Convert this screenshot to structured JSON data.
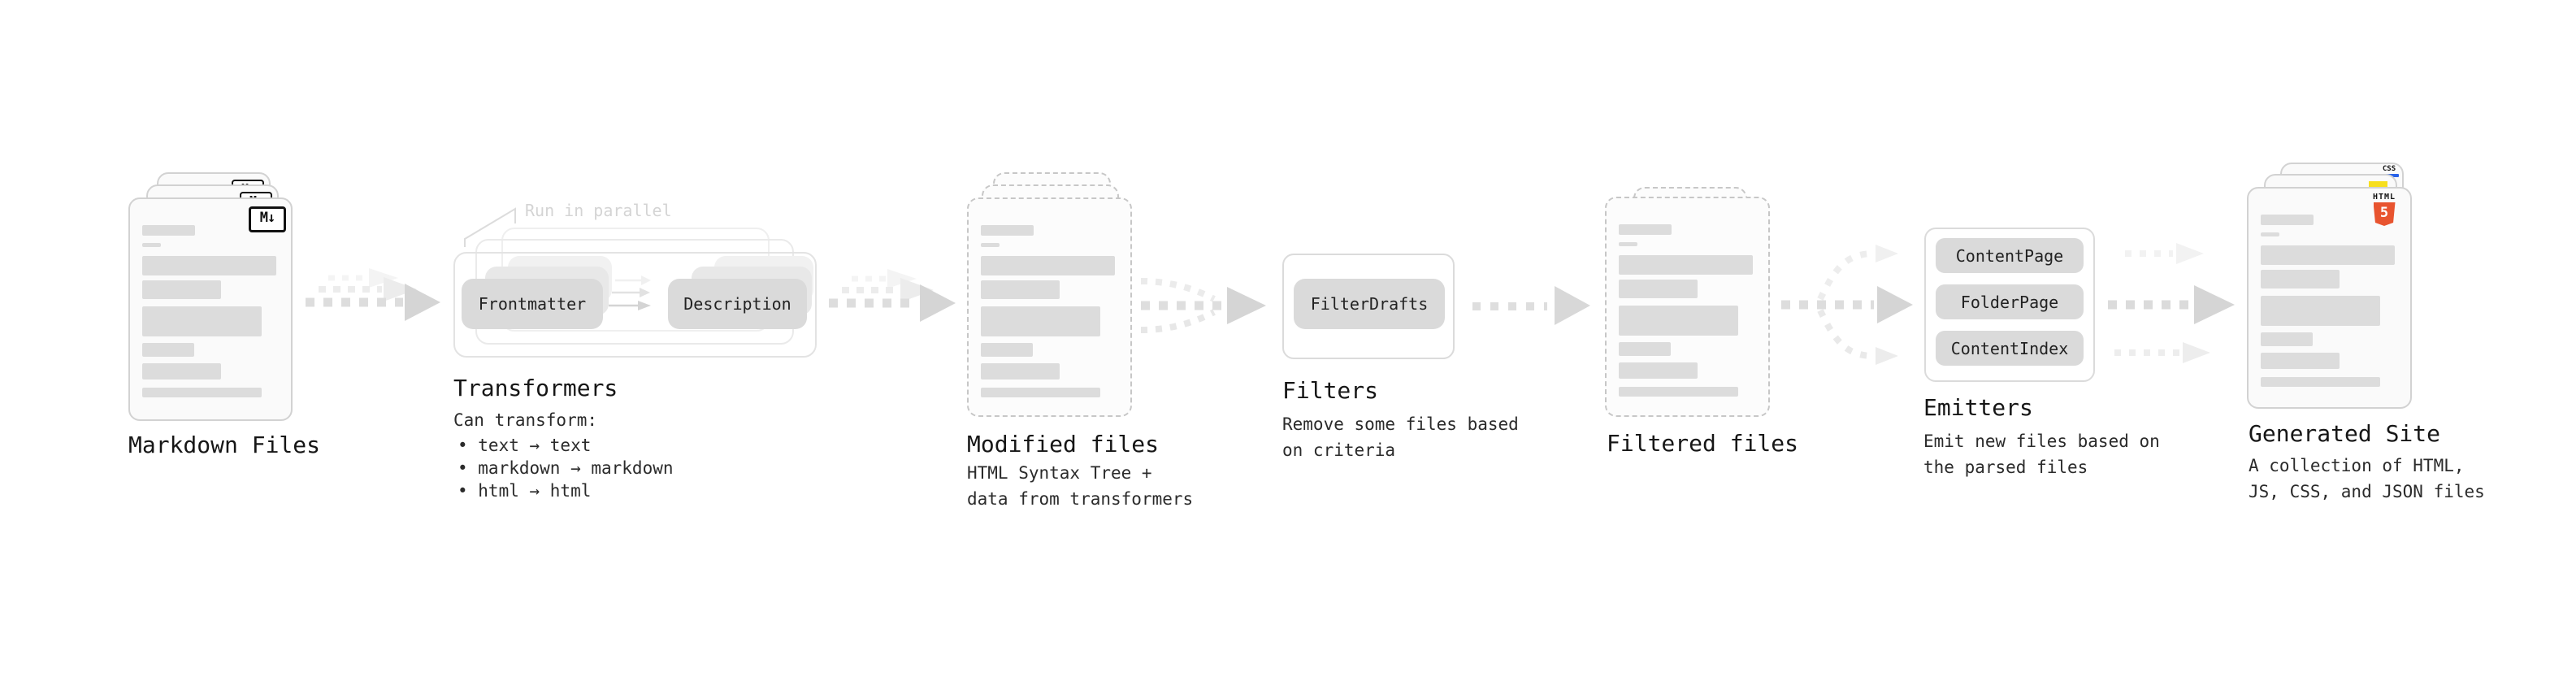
{
  "colors": {
    "html5_orange": "#e8542f",
    "js_yellow": "#f7df1e",
    "css_blue": "#2862e9",
    "pill_gray": "#dadada",
    "bar_gray": "#dcdcdc",
    "arrow_gray": "#d9d9d9"
  },
  "stages": {
    "markdown_files": {
      "label": "Markdown Files",
      "badge": "M↓"
    },
    "transformers": {
      "label": "Transformers",
      "note": "Run in parallel",
      "pill_from": "Frontmatter",
      "pill_to": "Description",
      "desc_title": "Can transform:",
      "bullets": [
        "• text → text",
        "• markdown → markdown",
        "• html → html"
      ]
    },
    "modified_files": {
      "label": "Modified files",
      "desc": "HTML Syntax Tree +\ndata from transformers"
    },
    "filters": {
      "label": "Filters",
      "pill": "FilterDrafts",
      "desc": "Remove some files based\non criteria"
    },
    "filtered_files": {
      "label": "Filtered files"
    },
    "emitters": {
      "label": "Emitters",
      "pills": [
        "ContentPage",
        "FolderPage",
        "ContentIndex"
      ],
      "desc": "Emit new files based on\nthe parsed files"
    },
    "generated_site": {
      "label": "Generated Site",
      "desc": "A collection of HTML,\nJS, CSS, and JSON files",
      "badges": {
        "css": "CSS",
        "html_label": "HTML",
        "html_number": "5"
      }
    }
  },
  "placeholder_bars": [
    [
      65,
      13,
      32
    ],
    [
      23,
      5,
      9
    ],
    [
      165,
      24,
      11
    ],
    [
      97,
      23,
      6
    ],
    [
      147,
      37,
      9
    ],
    [
      64,
      17,
      8
    ],
    [
      97,
      20,
      8
    ],
    [
      147,
      12,
      10
    ]
  ]
}
